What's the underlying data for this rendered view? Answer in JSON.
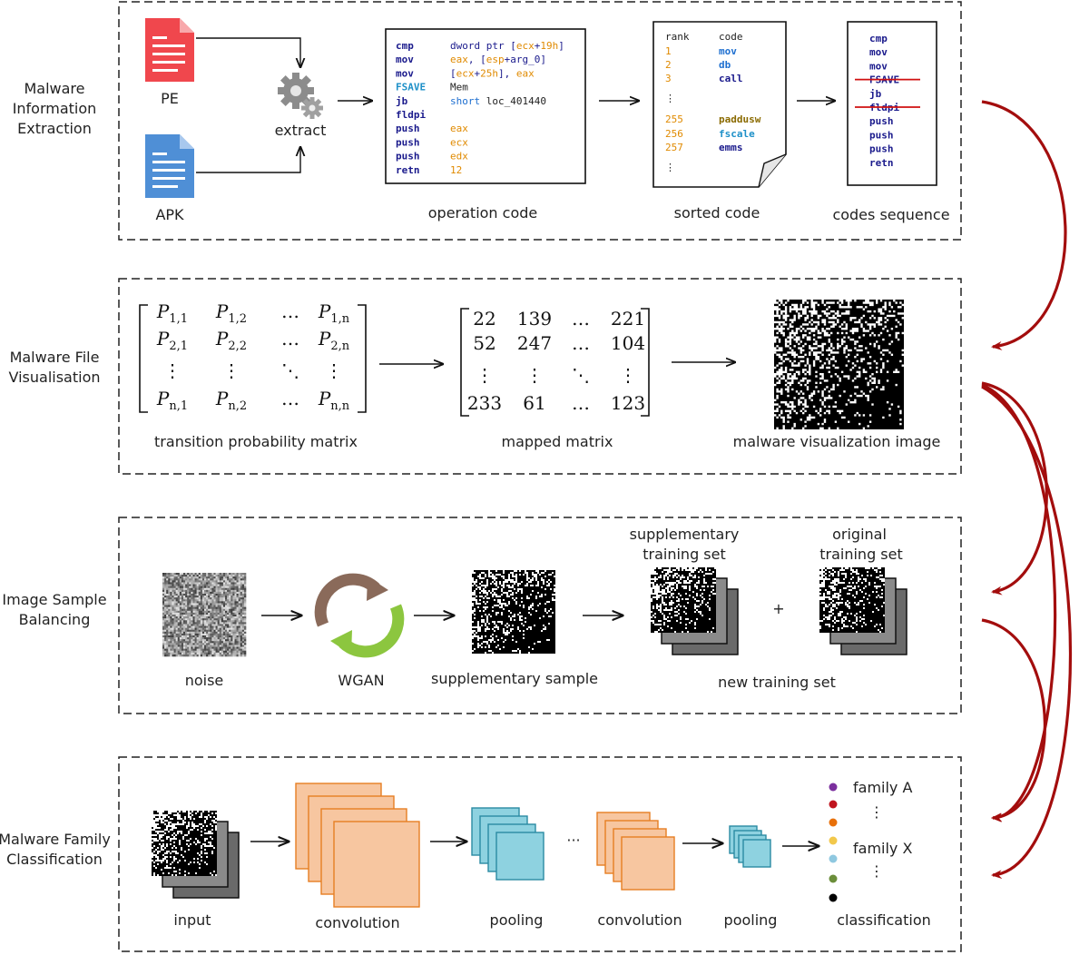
{
  "stages": [
    {
      "label_lines": [
        "Malware",
        "Information",
        "Extraction"
      ]
    },
    {
      "label_lines": [
        "Malware File",
        "Visualisation"
      ]
    },
    {
      "label_lines": [
        "Image Sample",
        "Balancing"
      ]
    },
    {
      "label_lines": [
        "Malware Family",
        "Classification"
      ]
    }
  ],
  "extraction": {
    "pe_label": "PE",
    "apk_label": "APK",
    "extract_label": "extract",
    "opcode_caption": "operation code",
    "sorted_caption": "sorted code",
    "sequence_caption": "codes sequence",
    "opcode_rows": [
      {
        "op": "cmp",
        "args": [
          {
            "t": "dword ptr [",
            "c": "#1a1a8c"
          },
          {
            "t": "ecx",
            "c": "#e08a00"
          },
          {
            "t": "+",
            "c": "#1a1a8c"
          },
          {
            "t": "19h",
            "c": "#e08a00"
          },
          {
            "t": "]",
            "c": "#1a1a8c"
          }
        ]
      },
      {
        "op": "mov",
        "args": [
          {
            "t": "eax",
            "c": "#e08a00"
          },
          {
            "t": ", [",
            "c": "#1a1a8c"
          },
          {
            "t": "esp",
            "c": "#e08a00"
          },
          {
            "t": "+arg_0]",
            "c": "#1a1a8c"
          }
        ]
      },
      {
        "op": "mov",
        "args": [
          {
            "t": "[",
            "c": "#1a1a8c"
          },
          {
            "t": "ecx",
            "c": "#e08a00"
          },
          {
            "t": "+",
            "c": "#1a1a8c"
          },
          {
            "t": "25h",
            "c": "#e08a00"
          },
          {
            "t": "], ",
            "c": "#1a1a8c"
          },
          {
            "t": "eax",
            "c": "#e08a00"
          }
        ]
      },
      {
        "op": "FSAVE",
        "op_color": "#1e90c8",
        "args": [
          {
            "t": "Mem",
            "c": "#222"
          }
        ]
      },
      {
        "op": "jb",
        "args": [
          {
            "t": "short ",
            "c": "#1e6fd0"
          },
          {
            "t": "loc_401440",
            "c": "#222"
          }
        ]
      },
      {
        "op": "fldpi",
        "args": []
      },
      {
        "op": "push",
        "args": [
          {
            "t": "eax",
            "c": "#e08a00"
          }
        ]
      },
      {
        "op": "push",
        "args": [
          {
            "t": "ecx",
            "c": "#e08a00"
          }
        ]
      },
      {
        "op": "push",
        "args": [
          {
            "t": "edx",
            "c": "#e08a00"
          }
        ]
      },
      {
        "op": "retn",
        "args": [
          {
            "t": "12",
            "c": "#e08a00"
          }
        ]
      }
    ],
    "sorted_header": {
      "rank": "rank",
      "code": "code"
    },
    "sorted_rows": [
      {
        "rank": "1",
        "code": "mov",
        "color": "#1e6fd0"
      },
      {
        "rank": "2",
        "code": "db",
        "color": "#1e6fd0"
      },
      {
        "rank": "3",
        "code": "call",
        "color": "#1a1a8c"
      },
      {
        "rank": "⋮",
        "code": "",
        "color": "#222"
      },
      {
        "rank": "255",
        "code": "paddusw",
        "color": "#8a6a00"
      },
      {
        "rank": "256",
        "code": "fscale",
        "color": "#1e90c8"
      },
      {
        "rank": "257",
        "code": "emms",
        "color": "#1a1a8c"
      },
      {
        "rank": "⋮",
        "code": "",
        "color": "#222"
      }
    ],
    "sequence_rows": [
      {
        "code": "cmp",
        "struck": false
      },
      {
        "code": "mov",
        "struck": false
      },
      {
        "code": "mov",
        "struck": false
      },
      {
        "code": "FSAVE",
        "struck": true
      },
      {
        "code": "jb",
        "struck": false
      },
      {
        "code": "fldpi",
        "struck": true
      },
      {
        "code": "push",
        "struck": false
      },
      {
        "code": "push",
        "struck": false
      },
      {
        "code": "push",
        "struck": false
      },
      {
        "code": "retn",
        "struck": false
      }
    ]
  },
  "visualisation": {
    "tpm_caption": "transition probability matrix",
    "mapped_caption": "mapped  matrix",
    "image_caption": "malware visualization image",
    "tpm": [
      [
        "P1,1",
        "P1,2",
        "…",
        "P1,n"
      ],
      [
        "P2,1",
        "P2,2",
        "…",
        "P2,n"
      ],
      [
        "⋮",
        "⋮",
        "⋱",
        "⋮"
      ],
      [
        "Pn,1",
        "Pn,2",
        "…",
        "Pn,n"
      ]
    ],
    "mapped": [
      [
        "22",
        "139",
        "…",
        "221"
      ],
      [
        "52",
        "247",
        "…",
        "104"
      ],
      [
        "⋮",
        "⋮",
        "⋱",
        "⋮"
      ],
      [
        "233",
        "61",
        "…",
        "123"
      ]
    ]
  },
  "balancing": {
    "noise_caption": "noise",
    "wgan_caption": "WGAN",
    "supp_sample_caption": "supplementary sample",
    "supp_set_caption_lines": [
      "supplementary",
      "training set"
    ],
    "orig_set_caption_lines": [
      "original",
      "training set"
    ],
    "plus": "+",
    "new_set_caption": "new training set"
  },
  "classification": {
    "input_caption": "input",
    "conv1_caption": "convolution",
    "pool1_caption": "pooling",
    "ellipsis": "···",
    "conv2_caption": "convolution",
    "pool2_caption": "pooling",
    "class_caption": "classification",
    "family_a": "family A",
    "family_x": "family X",
    "vdots": "⋮",
    "dot_colors": [
      "#7b2f9e",
      "#c0141e",
      "#e8700a",
      "#f2c84b",
      "#8fc8e0",
      "#6b8e3a",
      "#000000"
    ]
  },
  "colors": {
    "flow_arrow": "#a30d0d",
    "pe_icon": "#f0474d",
    "apk_icon": "#4f8fd6",
    "conv_fill": "#f7c6a0",
    "conv_stroke": "#e67e22",
    "pool_fill": "#8ed2e0",
    "pool_stroke": "#2a8aa3",
    "wgan_brown": "#8a6a5a",
    "wgan_green": "#8cc63f",
    "opcode_blue": "#1a1a8c",
    "strike_red": "#d01010"
  }
}
